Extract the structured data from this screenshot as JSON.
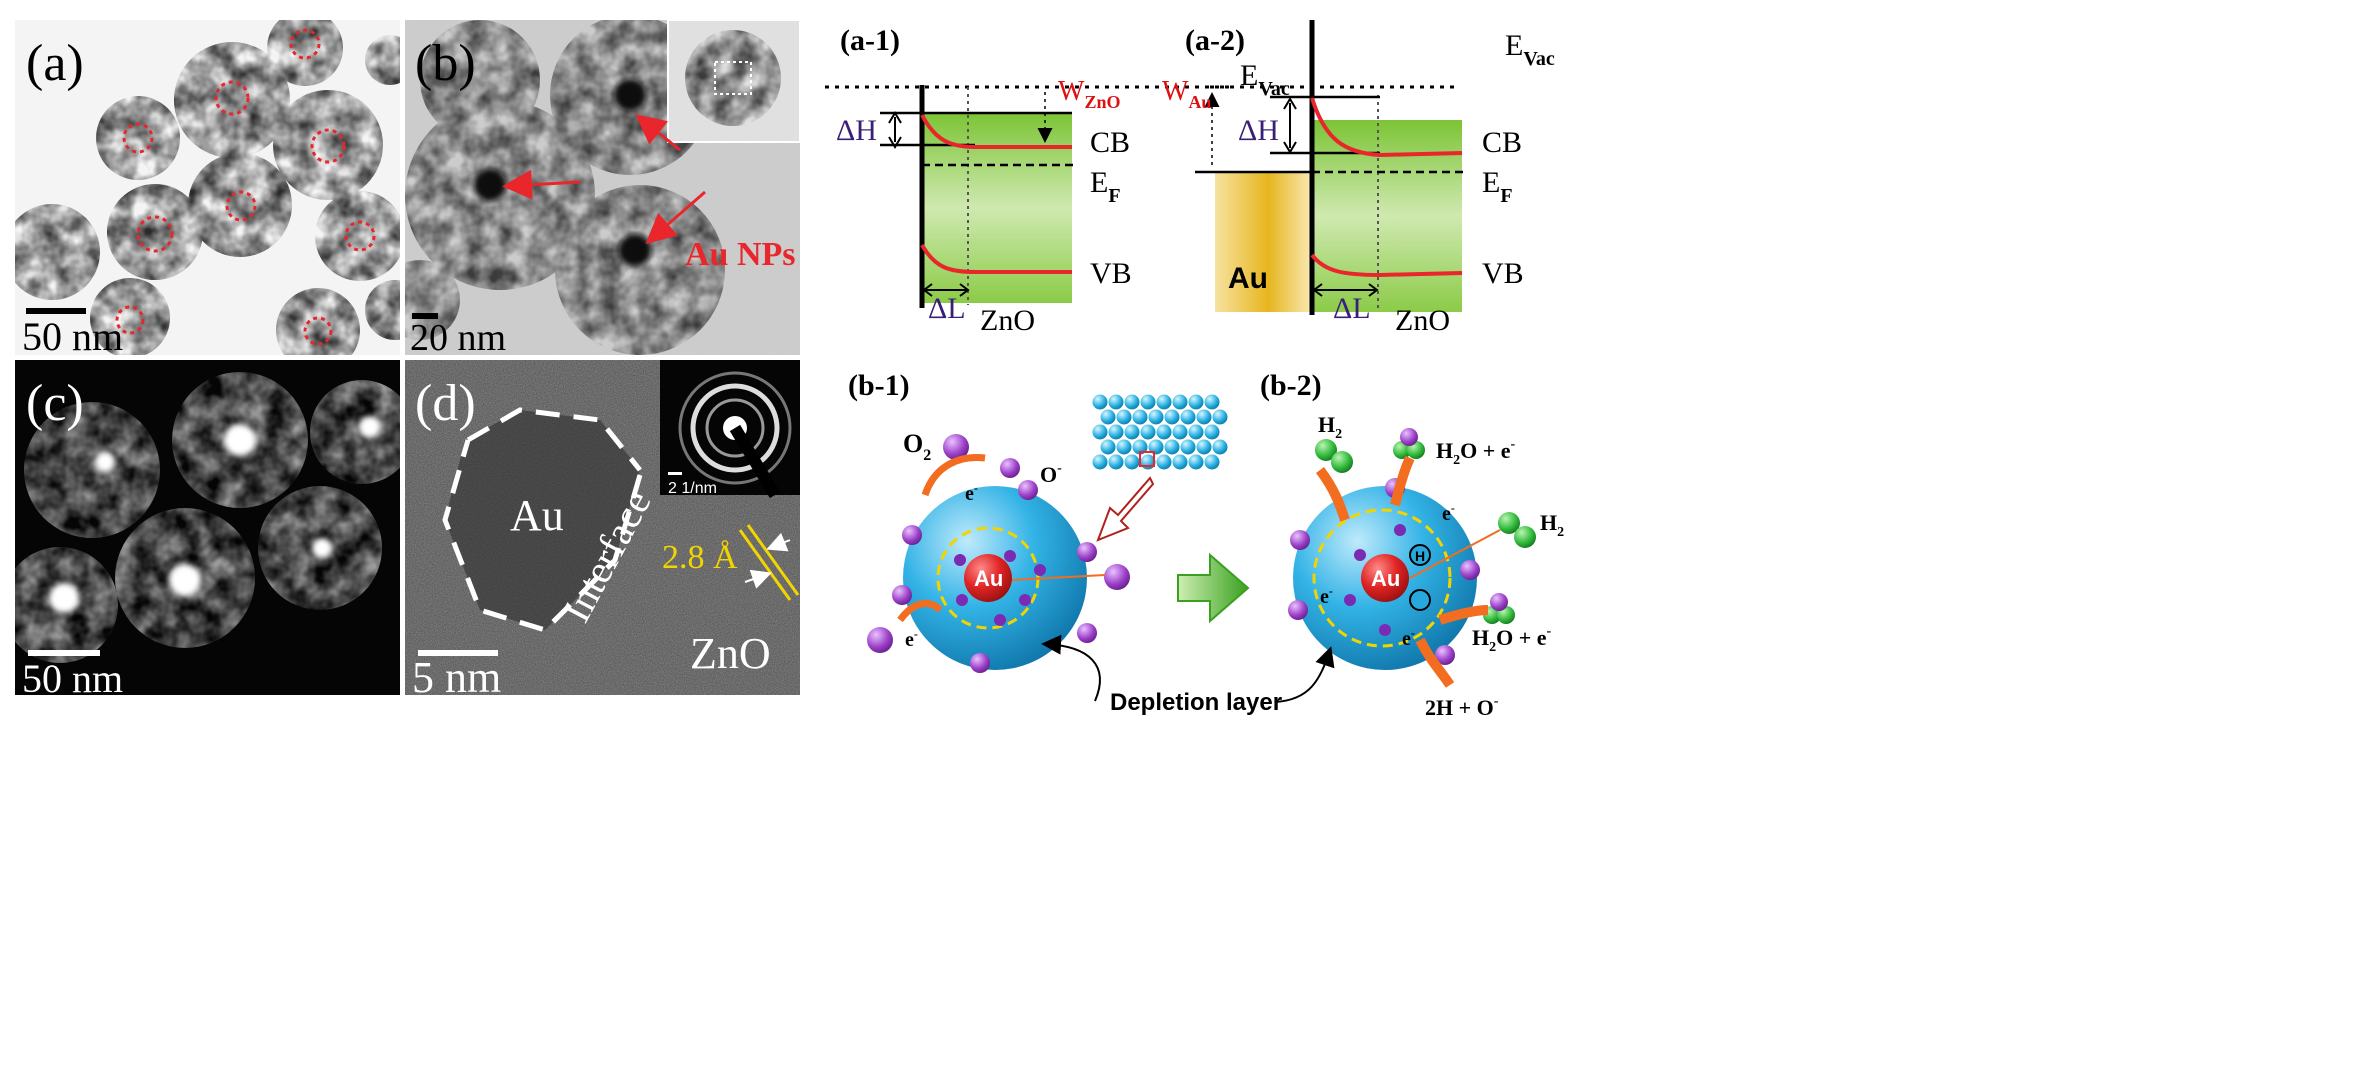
{
  "panels": {
    "a": {
      "label": "(a)",
      "scale": "50 nm"
    },
    "b": {
      "label": "(b)",
      "scale": "20 nm",
      "annotation": "Au NPs"
    },
    "c": {
      "label": "(c)",
      "scale": "50 nm"
    },
    "d": {
      "label": "(d)",
      "scale": "5 nm",
      "core": "Au",
      "interface": "Interface",
      "shell": "ZnO",
      "lattice": "2.8 Å",
      "saed_scale": "2 1/nm"
    }
  },
  "band": {
    "a1": {
      "label": "(a-1)",
      "evac": "E",
      "evac_sub": "Vac",
      "w": "W",
      "w_sub": "ZnO",
      "dh": "ΔH",
      "cb": "CB",
      "ef": "E",
      "ef_sub": "F",
      "vb": "VB",
      "dl": "ΔL",
      "zno": "ZnO"
    },
    "a2": {
      "label": "(a-2)",
      "evac": "E",
      "evac_sub": "Vac",
      "w": "W",
      "w_sub": "Au",
      "dh": "ΔH",
      "cb": "CB",
      "ef": "E",
      "ef_sub": "F",
      "vb": "VB",
      "dl": "ΔL",
      "zno": "ZnO",
      "au": "Au"
    }
  },
  "schem": {
    "b1": {
      "label": "(b-1)",
      "o2": "O",
      "o2_sub": "2",
      "ominus": "O",
      "ominus_sup": "-",
      "e1": "e",
      "e2": "e",
      "e_sup": "-",
      "core": "Au"
    },
    "b2": {
      "label": "(b-2)",
      "h2a": "H",
      "h2a_sub": "2",
      "h2o_top": "H",
      "h2o_top_sub": "2",
      "h2o_top_rest": "O + e",
      "h2o_sup": "-",
      "h2b": "H",
      "h2b_sub": "2",
      "h2o_right": "H",
      "h2o_right_sub": "2",
      "h2o_right_rest": "O + e",
      "twoh": "2H + O",
      "twoh_sup": "-",
      "e1": "e",
      "e2": "e",
      "e3": "e",
      "e_sup": "-",
      "core": "Au",
      "h_marker": "H"
    },
    "depletion": "Depletion layer"
  },
  "colors": {
    "red_marker": "#e8262b",
    "green_band": "#7fc23a",
    "au_gold": "#e6b61e",
    "shell_cyan": "#27a9de",
    "electron_purple": "#9b3fc8"
  }
}
